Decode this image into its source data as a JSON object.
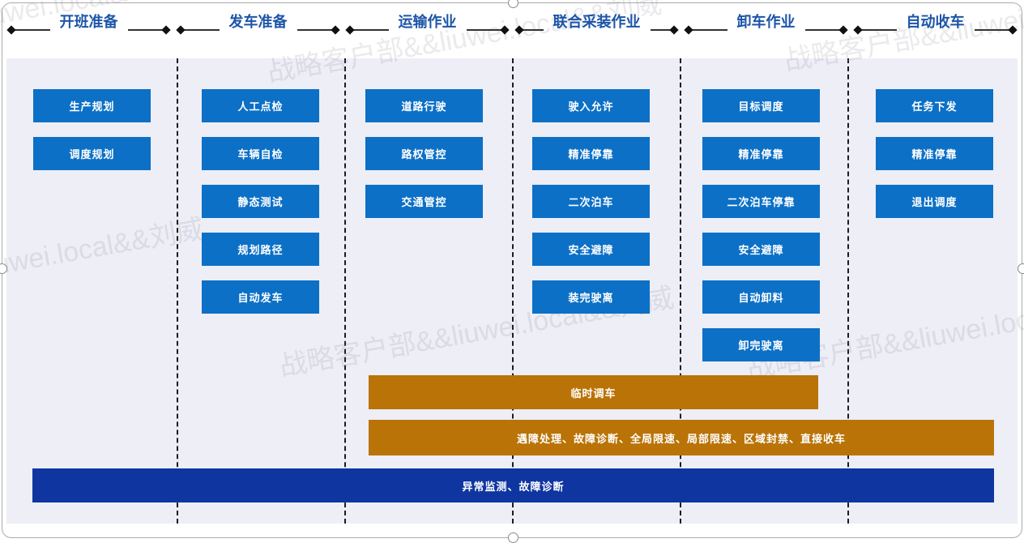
{
  "watermark": {
    "text": "战略客户部&&liuwei.local&&刘威"
  },
  "phases": [
    {
      "label": "开班准备"
    },
    {
      "label": "发车准备"
    },
    {
      "label": "运输作业"
    },
    {
      "label": "联合采装作业"
    },
    {
      "label": "卸车作业"
    },
    {
      "label": "自动收车"
    }
  ],
  "columns": [
    {
      "phase": "开班准备",
      "items": [
        "生产规划",
        "调度规划"
      ]
    },
    {
      "phase": "发车准备",
      "items": [
        "人工点检",
        "车辆自检",
        "静态测试",
        "规划路径",
        "自动发车"
      ]
    },
    {
      "phase": "运输作业",
      "items": [
        "道路行驶",
        "路权管控",
        "交通管控"
      ]
    },
    {
      "phase": "联合采装作业",
      "items": [
        "驶入允许",
        "精准停靠",
        "二次泊车",
        "安全避障",
        "装完驶离"
      ]
    },
    {
      "phase": "卸车作业",
      "items": [
        "目标调度",
        "精准停靠",
        "二次泊车停靠",
        "安全避障",
        "自动卸料",
        "卸完驶离"
      ]
    },
    {
      "phase": "自动收车",
      "items": [
        "任务下发",
        "精准停靠",
        "退出调度"
      ]
    }
  ],
  "overlay_bars": {
    "temporary_dispatch": "临时调车",
    "exception_handling": "遇障处理、故障诊断、全局限速、局部限速、区域封禁、直接收车",
    "monitoring": "异常监测、故障诊断"
  },
  "colors": {
    "task_blue": "#0c70c6",
    "bar_gold": "#b97307",
    "bar_navy": "#0e35a0",
    "phase_text": "#1c55a8",
    "panel_bg": "#edeef6"
  }
}
